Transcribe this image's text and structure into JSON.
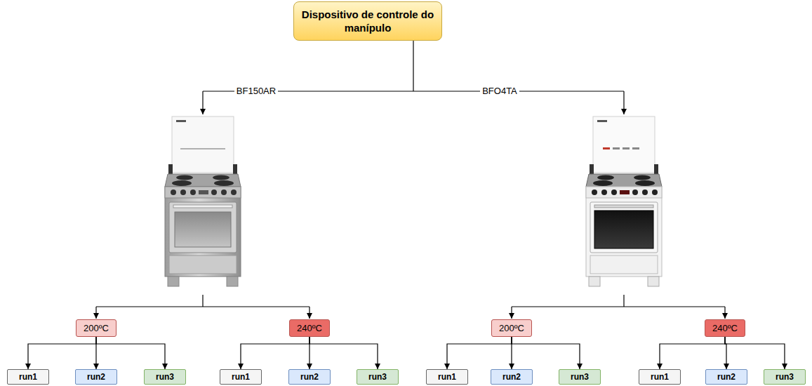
{
  "diagram": {
    "nodes": [
      {
        "text": [
          "Dispositivo de controle do manípulo"
        ]
      },
      {
        "text": [
          "200ºC"
        ]
      },
      {
        "text": [
          "240ºC"
        ]
      },
      {
        "text": [
          "200ºC"
        ]
      },
      {
        "text": [
          "240ºC"
        ]
      },
      {
        "text": [
          "run1"
        ]
      },
      {
        "text": [
          "run2"
        ]
      },
      {
        "text": [
          "run3"
        ]
      },
      {
        "text": [
          "run1"
        ]
      },
      {
        "text": [
          "run2"
        ]
      },
      {
        "text": [
          "run3"
        ]
      },
      {
        "text": [
          "run1"
        ]
      },
      {
        "text": [
          "run2"
        ]
      },
      {
        "text": [
          "run3"
        ]
      },
      {
        "text": [
          "run1"
        ]
      },
      {
        "text": [
          "run2"
        ]
      },
      {
        "text": [
          "run3"
        ]
      }
    ],
    "edges": [
      {
        "from": 1,
        "to": 5,
        "arrow": "to"
      },
      {
        "from": 1,
        "to": 6,
        "arrow": "to"
      },
      {
        "from": 1,
        "to": 7,
        "arrow": "to"
      },
      {
        "from": 2,
        "to": 8,
        "arrow": "to"
      },
      {
        "from": 2,
        "to": 9,
        "arrow": "to"
      },
      {
        "from": 2,
        "to": 10,
        "arrow": "to"
      },
      {
        "from": 3,
        "to": 11,
        "arrow": "to"
      },
      {
        "from": 3,
        "to": 12,
        "arrow": "to"
      },
      {
        "from": 3,
        "to": 13,
        "arrow": "to"
      },
      {
        "from": 4,
        "to": 14,
        "arrow": "to"
      },
      {
        "from": 4,
        "to": 15,
        "arrow": "to"
      },
      {
        "from": 4,
        "to": 16,
        "arrow": "to"
      }
    ],
    "labels": [
      "BF150AR",
      "BFO4TA"
    ]
  }
}
